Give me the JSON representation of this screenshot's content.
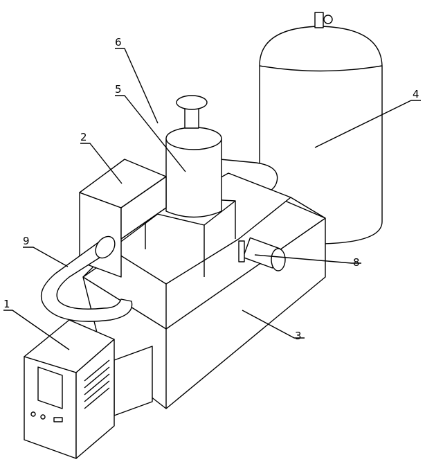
{
  "labels": [
    {
      "id": "1",
      "text": "1"
    },
    {
      "id": "2",
      "text": "2"
    },
    {
      "id": "3",
      "text": "3"
    },
    {
      "id": "4",
      "text": "4"
    },
    {
      "id": "5",
      "text": "5"
    },
    {
      "id": "6",
      "text": "6"
    },
    {
      "id": "8",
      "text": "8"
    },
    {
      "id": "9",
      "text": "9"
    }
  ]
}
